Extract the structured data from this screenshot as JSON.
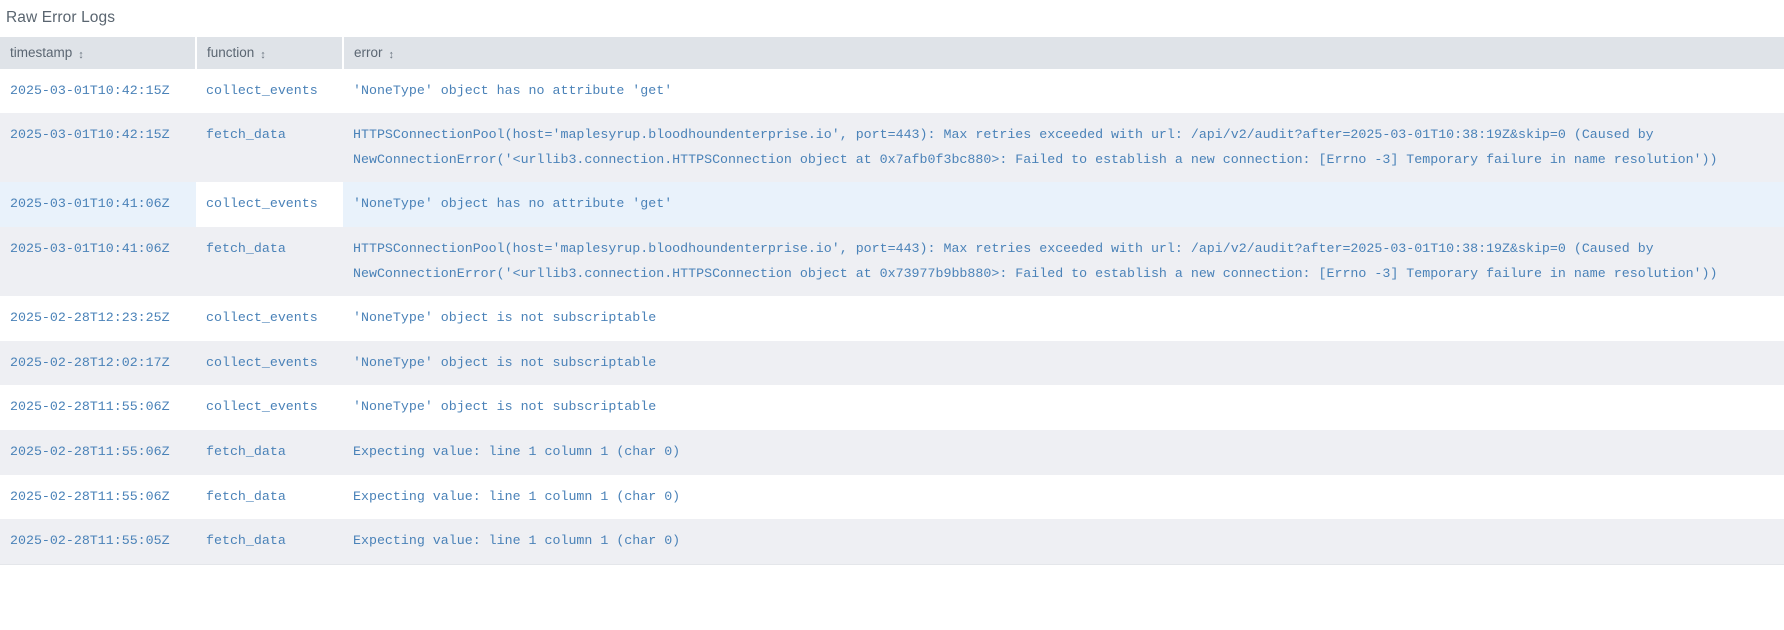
{
  "panel": {
    "title": "Raw Error Logs"
  },
  "table": {
    "columns": [
      {
        "key": "timestamp",
        "label": "timestamp",
        "sort_icon": "sort-updown-icon",
        "sort_glyph": "↕"
      },
      {
        "key": "function",
        "label": "function",
        "sort_icon": "sort-updown-icon",
        "sort_glyph": "↕"
      },
      {
        "key": "error",
        "label": "error",
        "sort_icon": "sort-updown-icon",
        "sort_glyph": "↕"
      }
    ],
    "rows": [
      {
        "timestamp": "2025-03-01T10:42:15Z",
        "function": "collect_events",
        "error": "'NoneType' object has no attribute 'get'",
        "style": "plain"
      },
      {
        "timestamp": "2025-03-01T10:42:15Z",
        "function": "fetch_data",
        "error": "HTTPSConnectionPool(host='maplesyrup.bloodhoundenterprise.io', port=443): Max retries exceeded with url: /api/v2/audit?after=2025-03-01T10:38:19Z&skip=0 (Caused by NewConnectionError('<urllib3.connection.HTTPSConnection object at 0x7afb0f3bc880>: Failed to establish a new connection: [Errno -3] Temporary failure in name resolution'))",
        "style": "alt"
      },
      {
        "timestamp": "2025-03-01T10:41:06Z",
        "function": "collect_events",
        "error": "'NoneType' object has no attribute 'get'",
        "style": "hover"
      },
      {
        "timestamp": "2025-03-01T10:41:06Z",
        "function": "fetch_data",
        "error": "HTTPSConnectionPool(host='maplesyrup.bloodhoundenterprise.io', port=443): Max retries exceeded with url: /api/v2/audit?after=2025-03-01T10:38:19Z&skip=0 (Caused by NewConnectionError('<urllib3.connection.HTTPSConnection object at 0x73977b9bb880>: Failed to establish a new connection: [Errno -3] Temporary failure in name resolution'))",
        "style": "alt"
      },
      {
        "timestamp": "2025-02-28T12:23:25Z",
        "function": "collect_events",
        "error": "'NoneType' object is not subscriptable",
        "style": "plain"
      },
      {
        "timestamp": "2025-02-28T12:02:17Z",
        "function": "collect_events",
        "error": "'NoneType' object is not subscriptable",
        "style": "alt"
      },
      {
        "timestamp": "2025-02-28T11:55:06Z",
        "function": "collect_events",
        "error": "'NoneType' object is not subscriptable",
        "style": "plain"
      },
      {
        "timestamp": "2025-02-28T11:55:06Z",
        "function": "fetch_data",
        "error": "Expecting value: line 1 column 1 (char 0)",
        "style": "alt"
      },
      {
        "timestamp": "2025-02-28T11:55:06Z",
        "function": "fetch_data",
        "error": "Expecting value: line 1 column 1 (char 0)",
        "style": "plain"
      },
      {
        "timestamp": "2025-02-28T11:55:05Z",
        "function": "fetch_data",
        "error": "Expecting value: line 1 column 1 (char 0)",
        "style": "alt"
      }
    ]
  },
  "colors": {
    "header_bg": "#dfe3e8",
    "header_text": "#5b6672",
    "row_alt_bg": "#eeeff3",
    "row_hover_bg": "#e9f2fb",
    "cell_text": "#4a82b8",
    "title_text": "#5a6570"
  }
}
